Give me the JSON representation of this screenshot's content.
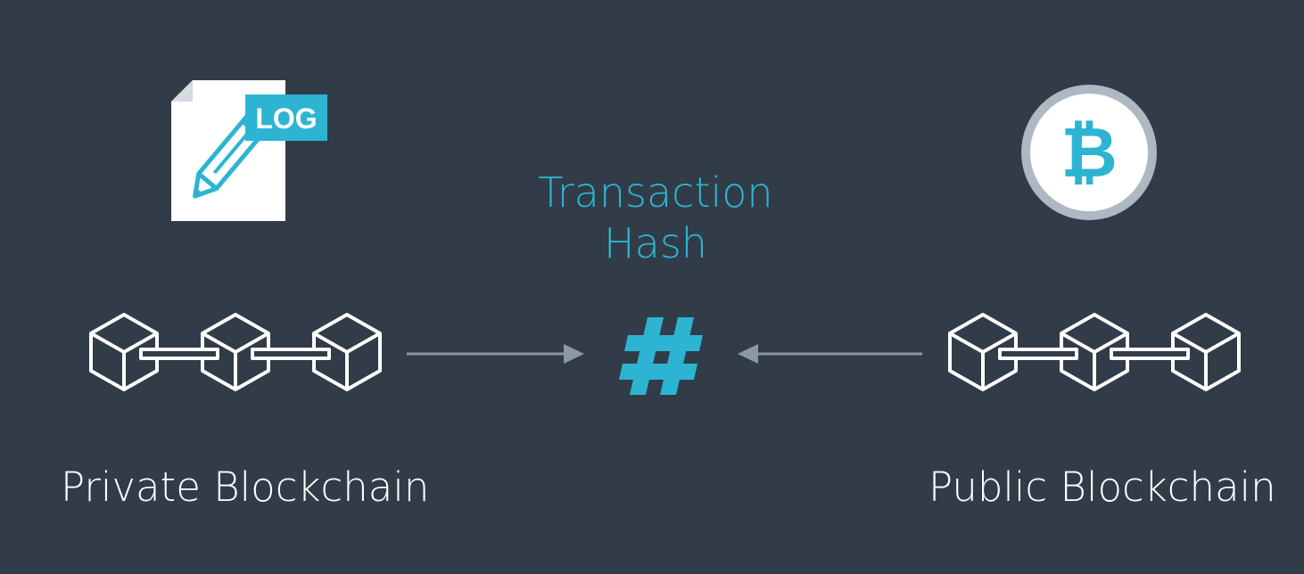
{
  "hash_title": {
    "line1": "Transaction",
    "line2": "Hash"
  },
  "log_badge": "LOG",
  "bitcoin_symbol": "₿",
  "private_chain": {
    "label": "Private Blockchain",
    "block_count": 3
  },
  "public_chain": {
    "label": "Public Blockchain",
    "block_count": 3
  },
  "colors": {
    "background": "#323c48",
    "accent": "#2db4d3",
    "text": "#ffffff",
    "arrow": "#8c98a4",
    "coin_ring": "#aeb8c2"
  },
  "icons": [
    "log-document-icon",
    "pencil-icon",
    "bitcoin-coin-icon",
    "hash-icon",
    "block-cube-icon",
    "arrow-right-icon",
    "arrow-left-icon"
  ]
}
